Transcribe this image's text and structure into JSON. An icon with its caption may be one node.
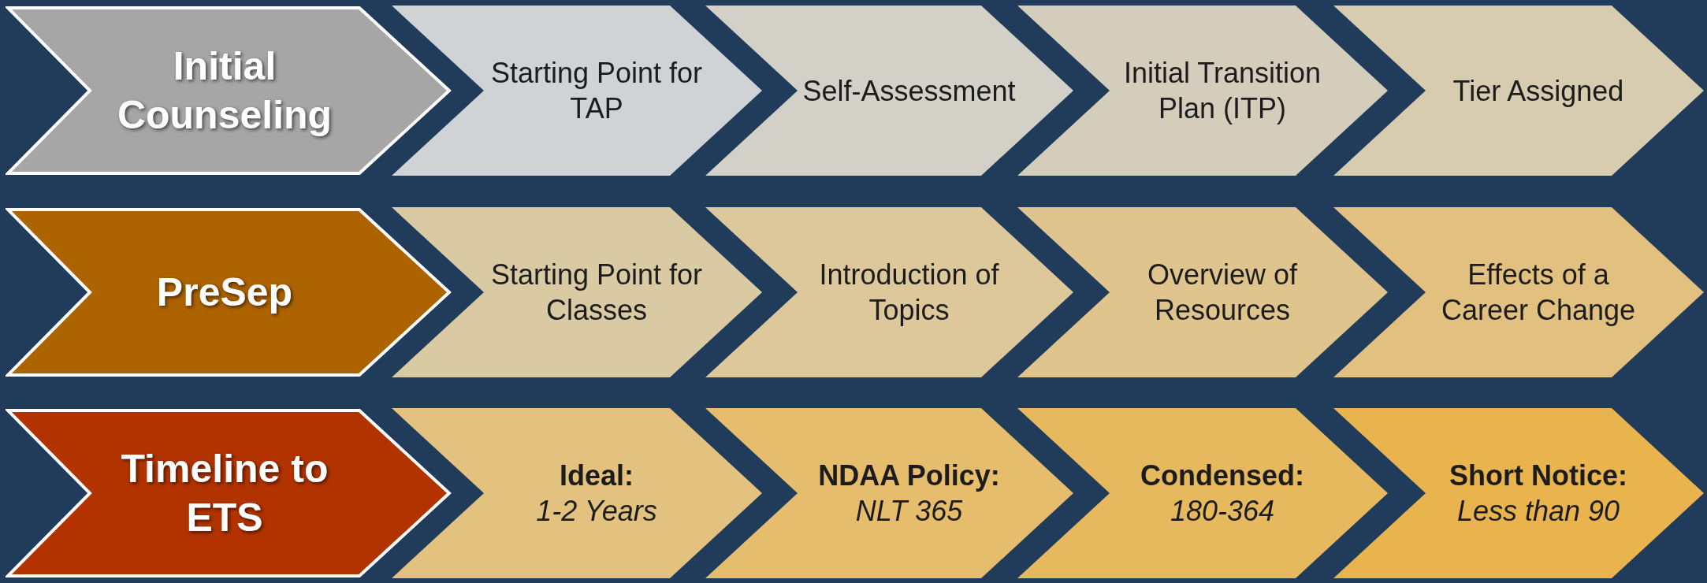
{
  "diagram": {
    "nodes": [
      {
        "text": [
          "Initial Counseling"
        ]
      },
      {
        "text": [
          "Starting Point for TAP"
        ]
      },
      {
        "text": [
          "Self-Assessment"
        ]
      },
      {
        "text": [
          "Initial Transition Plan (ITP)"
        ]
      },
      {
        "text": [
          "Tier Assigned"
        ]
      },
      {
        "text": [
          "PreSep"
        ]
      },
      {
        "text": [
          "Starting Point for Classes"
        ]
      },
      {
        "text": [
          "Introduction of Topics"
        ]
      },
      {
        "text": [
          "Overview of Resources"
        ]
      },
      {
        "text": [
          "Effects of a Career Change"
        ]
      },
      {
        "text": [
          "Timeline to ETS"
        ]
      },
      {
        "text": [
          "Ideal:",
          "1-2 Years"
        ]
      },
      {
        "text": [
          "NDAA Policy:",
          "NLT 365"
        ]
      },
      {
        "text": [
          "Condensed:",
          "180-364"
        ]
      },
      {
        "text": [
          "Short Notice:",
          "Less than 90"
        ]
      }
    ]
  }
}
